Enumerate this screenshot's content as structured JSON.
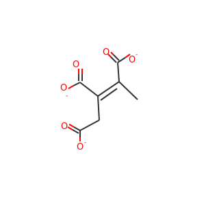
{
  "molecule": {
    "atoms": [
      {
        "label": "O",
        "charge": ""
      },
      {
        "label": "O",
        "charge": "-"
      },
      {
        "label": "O",
        "charge": ""
      },
      {
        "label": "O",
        "charge": "-"
      },
      {
        "label": "O",
        "charge": ""
      },
      {
        "label": "O",
        "charge": "-"
      }
    ],
    "colors": {
      "carbon_bond": "#333333",
      "oxygen": "#ff0000",
      "background": "#ffffff"
    }
  }
}
